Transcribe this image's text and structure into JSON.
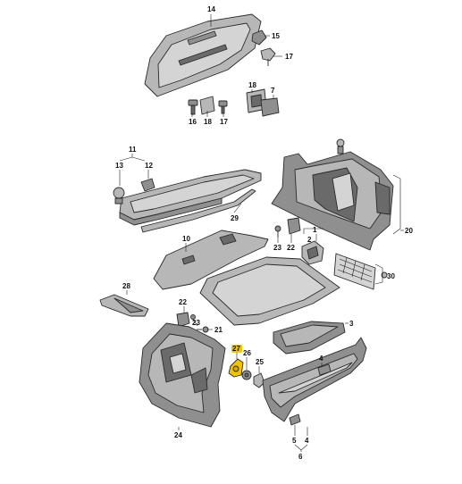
{
  "diagram": {
    "highlight_color": "#f2c400",
    "part_color": "#b7b7b7",
    "labels": {
      "l14": "14",
      "l15": "15",
      "l17a": "17",
      "l16": "16",
      "l18": "18",
      "l17b": "17",
      "l7": "7",
      "l11": "11",
      "l13": "13",
      "l12": "12",
      "l29": "29",
      "l10": "10",
      "l1": "1",
      "l23a": "23",
      "l22a": "22",
      "l2": "2",
      "l20": "20",
      "l30": "30",
      "l28": "28",
      "l22b": "22",
      "l23b": "23",
      "l21": "21",
      "l3": "3",
      "l27": "27",
      "l26": "26",
      "l25": "25",
      "l4a": "4",
      "l24": "24",
      "l5": "5",
      "l4b": "4",
      "l6": "6"
    }
  }
}
